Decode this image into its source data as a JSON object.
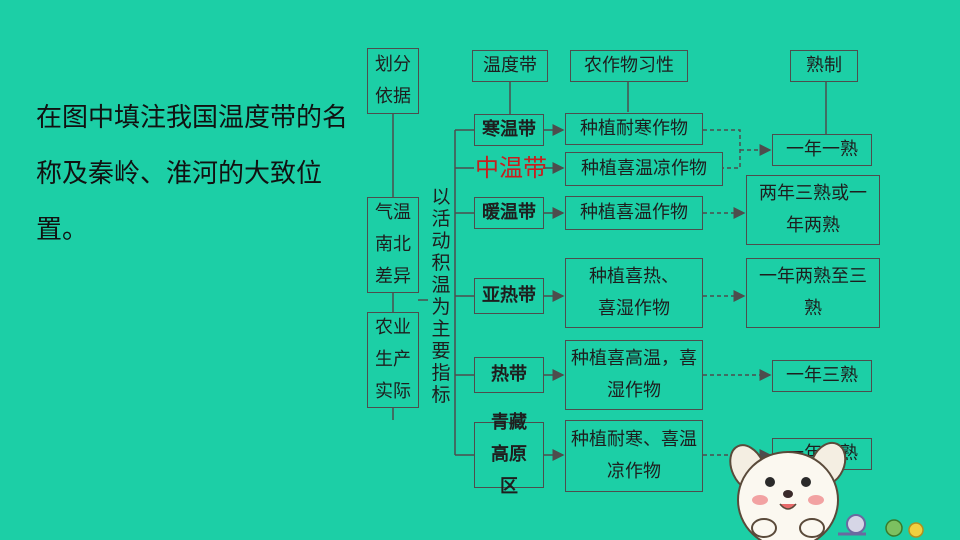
{
  "prompt_text": "在图中填注我国温度带的名称及秦岭、淮河的大致位置。",
  "basis": {
    "header": "划分依据",
    "items": [
      "气温南北差异",
      "农业生产实际"
    ],
    "indicator": "以活动积温为主要指标"
  },
  "columns": {
    "zone": "温度带",
    "crop": "农作物习性",
    "maturity": "熟制"
  },
  "zones": [
    {
      "name": "寒温带",
      "crop": "种植耐寒作物"
    },
    {
      "name": "中温带",
      "crop": "种植喜温凉作物",
      "handwritten": true
    },
    {
      "name": "暖温带",
      "crop": "种植喜温作物"
    },
    {
      "name": "亚热带",
      "crop": "种植喜热、喜湿作物"
    },
    {
      "name": "热带",
      "crop": "种植喜高温，喜湿作物"
    },
    {
      "name": "青藏高原区",
      "crop": "种植耐寒、喜温凉作物"
    }
  ],
  "maturity": [
    "一年一熟",
    "两年三熟或一年两熟",
    "一年两熟至三熟",
    "一年三熟",
    "一年一熟"
  ],
  "colors": {
    "background": "#1ccfa6",
    "border": "#4d4d4d",
    "handwriting": "#c81e1e"
  },
  "decoration": "cartoon-dog-illustration"
}
